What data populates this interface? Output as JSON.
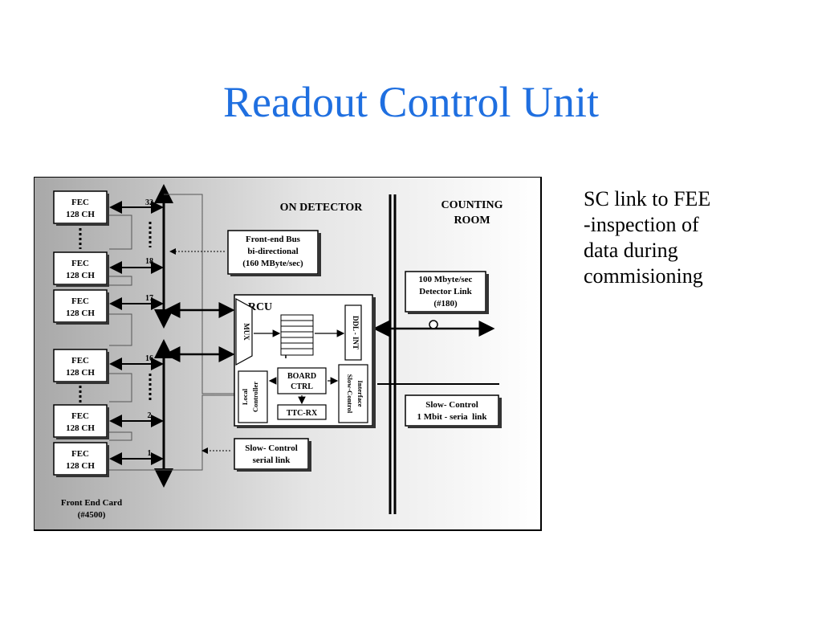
{
  "slide": {
    "title": "Readout Control Unit",
    "notes": [
      "SC link to FEE",
      "-inspection of",
      "data during",
      "commisioning"
    ]
  },
  "diagram": {
    "fec_label_line1": "FEC",
    "fec_label_line2": "128 CH",
    "channel_numbers": [
      "32",
      "18",
      "17",
      "16",
      "2",
      "1"
    ],
    "on_detector": "ON DETECTOR",
    "counting_room": [
      "COUNTING",
      "ROOM"
    ],
    "front_end_bus": [
      "Front-end Bus",
      "bi-directional",
      "(160 MByte/sec)"
    ],
    "detector_link": [
      "100 Mbyte/sec",
      "Detector Link",
      "(#180)"
    ],
    "rcu_label": "RCU",
    "mux_label": "MUX",
    "ddl_label": "DDL - INT",
    "board_ctrl": [
      "BOARD",
      "CTRL"
    ],
    "ttc_rx": "TTC-RX",
    "local_controller": [
      "Local",
      "Controller"
    ],
    "slow_control_interface": [
      "Slow-Control",
      "Interface"
    ],
    "slow_control_link": [
      "Slow- Control",
      "1 Mbit - seria  link"
    ],
    "slow_control_serial": [
      "Slow- Control",
      "serial link"
    ],
    "front_end_card": [
      "Front End Card",
      "(#4500)"
    ],
    "colors": {
      "title": "#1f6fe0",
      "panel_light": "#ffffff",
      "panel_dark": "#a9a9a9"
    }
  }
}
